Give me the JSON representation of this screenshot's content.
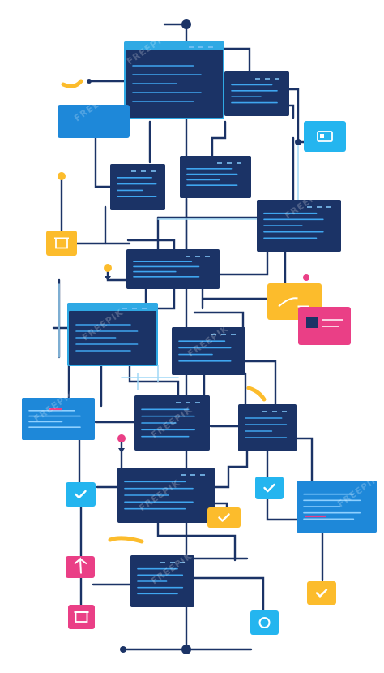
{
  "watermark": {
    "text": "FREEPIK"
  },
  "colors": {
    "navy": "#1b3366",
    "navy_dark": "#14284f",
    "line": "#1b3366",
    "light_blue": "#1e88d9",
    "cyan": "#24b5ef",
    "sky": "#2fa9e4",
    "yellow": "#fcbc2c",
    "pink": "#ea3f86",
    "text_line": "#3fa6f0",
    "bg": "#ffffff"
  },
  "nodes": [
    {
      "id": "top-main-window",
      "shape": "window",
      "color": "light_blue"
    },
    {
      "id": "top-right-panel",
      "shape": "panel",
      "color": "navy"
    },
    {
      "id": "left-blue-card",
      "shape": "card",
      "color": "light_blue"
    },
    {
      "id": "dual-badge-card",
      "shape": "icon-card",
      "color": "cyan",
      "icon": "id-card-icon"
    },
    {
      "id": "mid-left-panel",
      "shape": "panel",
      "color": "navy"
    },
    {
      "id": "mid-center-panel",
      "shape": "panel",
      "color": "navy"
    },
    {
      "id": "right-panel-1",
      "shape": "panel",
      "color": "navy"
    },
    {
      "id": "yellow-box-1",
      "shape": "icon-card",
      "color": "yellow",
      "icon": "box-icon"
    },
    {
      "id": "center-split-panel",
      "shape": "panel",
      "color": "navy"
    },
    {
      "id": "yellow-link-card",
      "shape": "icon-card",
      "color": "yellow",
      "icon": "link-icon"
    },
    {
      "id": "pink-profile-card",
      "shape": "icon-card",
      "color": "pink",
      "icon": "profile-icon"
    },
    {
      "id": "left-window",
      "shape": "window",
      "color": "light_blue"
    },
    {
      "id": "center-panel-2",
      "shape": "panel",
      "color": "navy"
    },
    {
      "id": "far-left-panel",
      "shape": "panel",
      "color": "light_blue"
    },
    {
      "id": "center-panel-3",
      "shape": "panel",
      "color": "navy"
    },
    {
      "id": "right-panel-2",
      "shape": "panel",
      "color": "navy"
    },
    {
      "id": "cyan-check-1",
      "shape": "icon-card",
      "color": "cyan",
      "icon": "check-icon"
    },
    {
      "id": "center-panel-4",
      "shape": "panel",
      "color": "navy"
    },
    {
      "id": "yellow-check-1",
      "shape": "icon-card",
      "color": "yellow",
      "icon": "check-icon"
    },
    {
      "id": "cyan-check-2",
      "shape": "icon-card",
      "color": "cyan",
      "icon": "check-icon"
    },
    {
      "id": "right-blue-card",
      "shape": "panel",
      "color": "light_blue"
    },
    {
      "id": "pink-arrow-card",
      "shape": "icon-card",
      "color": "pink",
      "icon": "arrow-icon"
    },
    {
      "id": "bottom-panel",
      "shape": "panel",
      "color": "navy"
    },
    {
      "id": "yellow-check-2",
      "shape": "icon-card",
      "color": "yellow",
      "icon": "check-icon"
    },
    {
      "id": "pink-box-card",
      "shape": "icon-card",
      "color": "pink",
      "icon": "box-icon"
    },
    {
      "id": "cyan-circle-card",
      "shape": "icon-card",
      "color": "cyan",
      "icon": "circle-icon"
    }
  ]
}
